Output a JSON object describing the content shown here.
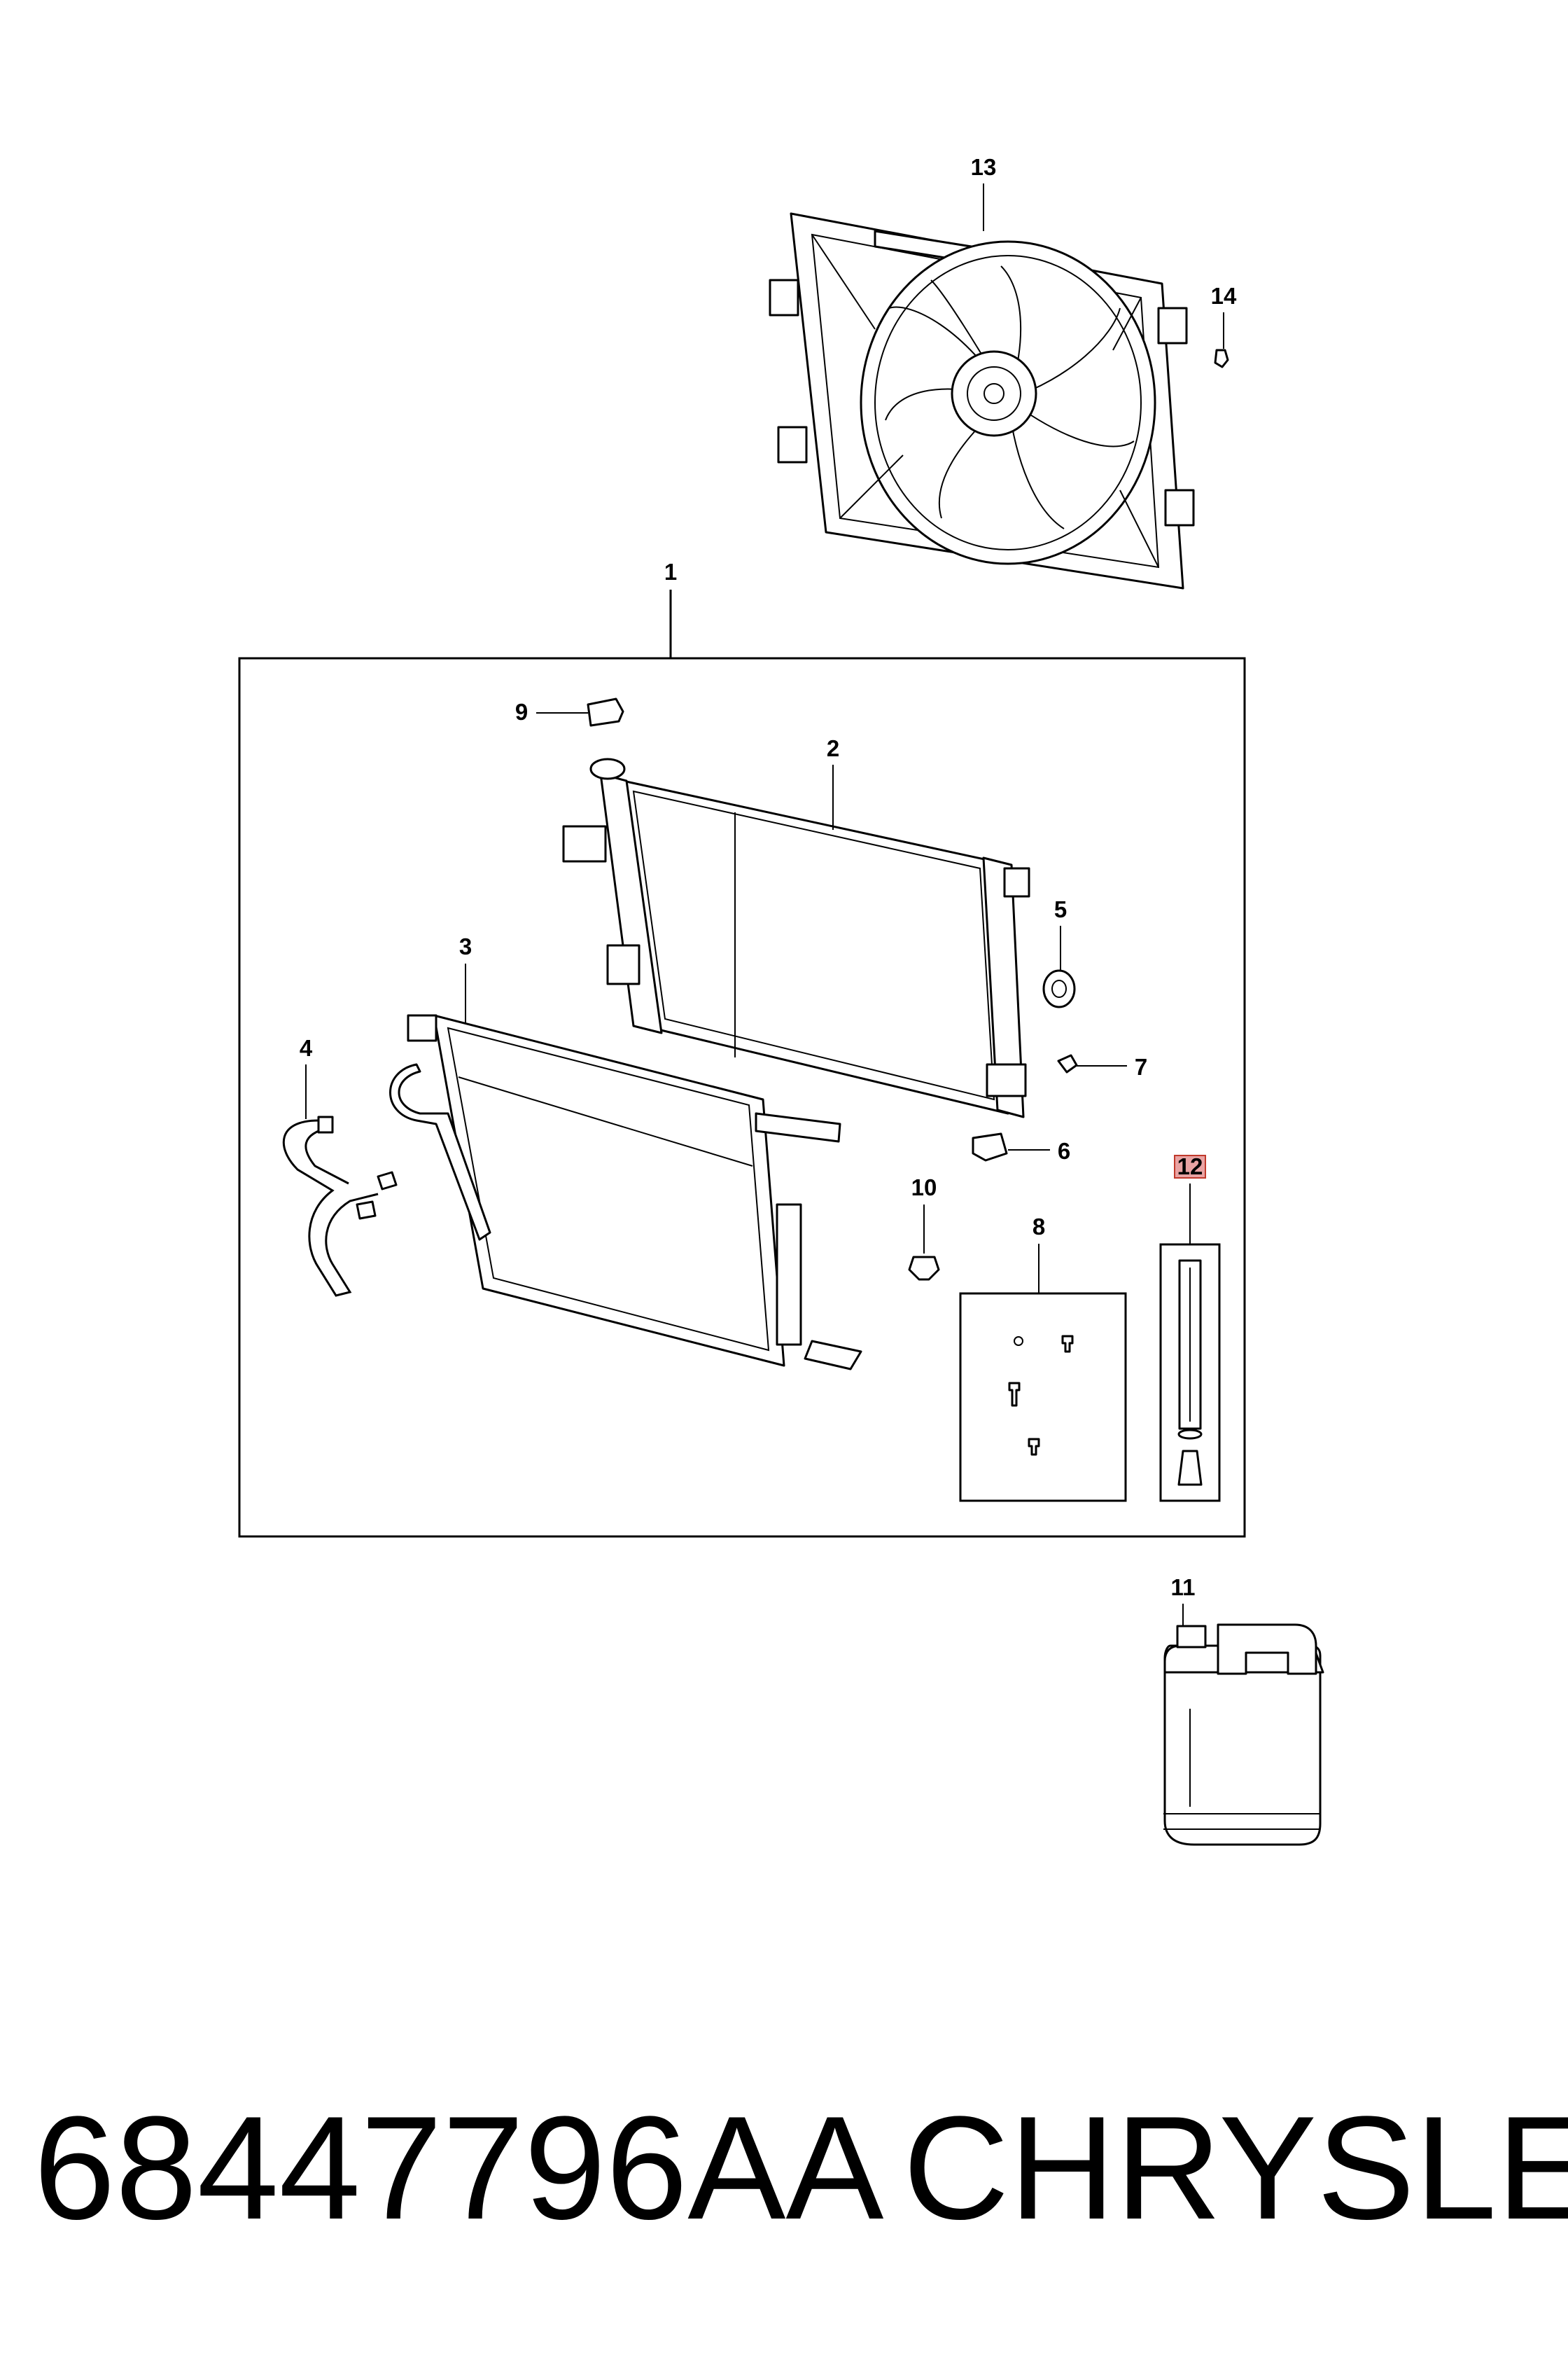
{
  "callouts": {
    "c1": "1",
    "c2": "2",
    "c3": "3",
    "c4": "4",
    "c5": "5",
    "c6": "6",
    "c7": "7",
    "c8": "8",
    "c9": "9",
    "c10": "10",
    "c11": "11",
    "c12": "12",
    "c13": "13",
    "c14": "14"
  },
  "highlight": {
    "callout": "12",
    "color": "#e9a3a3"
  },
  "caption": {
    "part_number": "68447796AA",
    "brand": "CHRYSLER"
  }
}
